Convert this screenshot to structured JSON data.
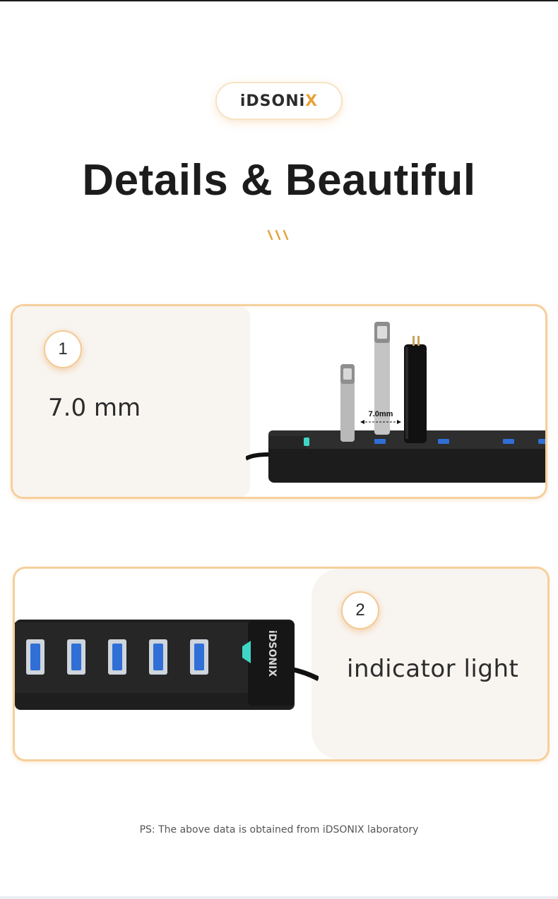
{
  "brand": {
    "logo_main": "iDSONi",
    "logo_x": "X"
  },
  "header": {
    "title": "Details & Beautiful"
  },
  "features": [
    {
      "number": "1",
      "label": "7.0 mm",
      "dimension_label": "7.0mm"
    },
    {
      "number": "2",
      "label": "indicator light",
      "device_brand": "iDSONIX"
    }
  ],
  "footer": {
    "note": "PS: The above data is obtained from iDSONIX laboratory"
  },
  "colors": {
    "accent": "#e8a33b",
    "card_border": "#f6cf9c",
    "panel_bg": "#f8f5f1",
    "usb_blue": "#2f6fd6",
    "indicator": "#3fd6c8"
  }
}
